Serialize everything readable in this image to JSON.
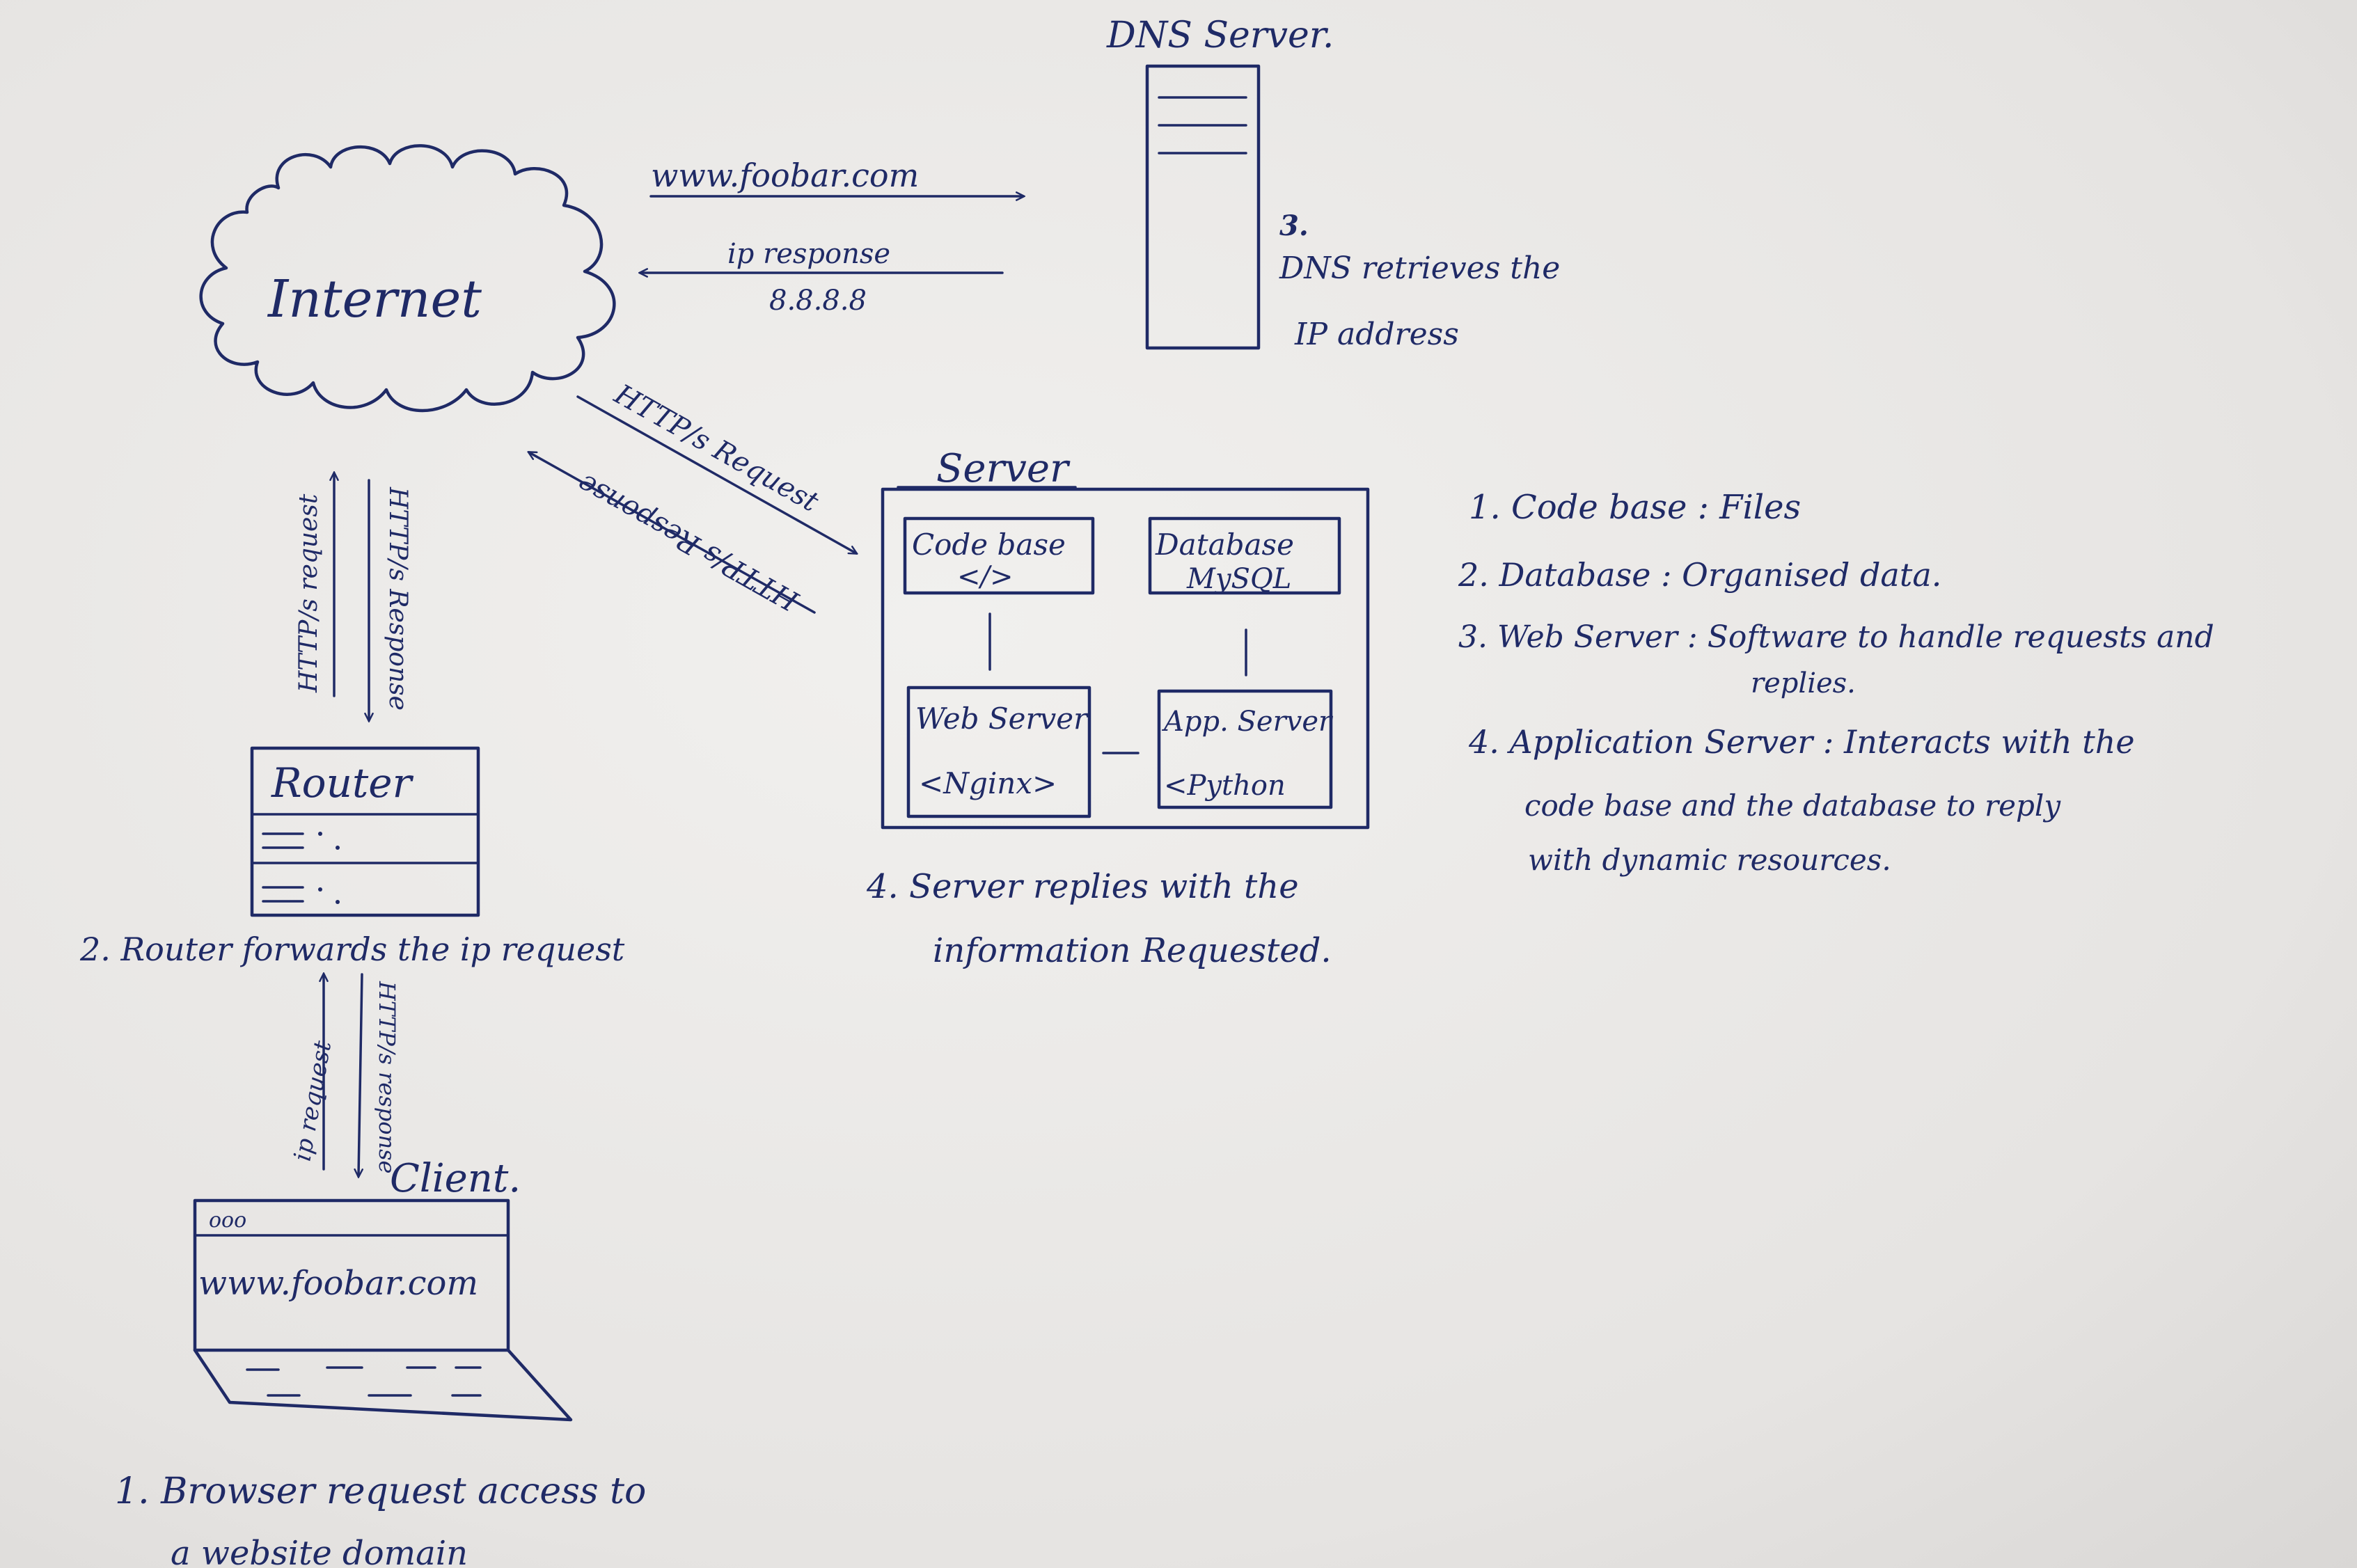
{
  "dns": {
    "title": "DNS Server.",
    "step_num": "3.",
    "step_line1": "DNS retrieves the",
    "step_line2": "IP address"
  },
  "internet": {
    "label": "Internet"
  },
  "arrows": {
    "url_request": "www.foobar.com",
    "ip_response": "ip response",
    "ip_value": "8.8.8.8",
    "https_request_server": "HTTP/s Request",
    "https_response_server": "HTTP/s Response",
    "https_request_router": "HTTP/s request",
    "https_response_router": "HTTP/s Response",
    "ip_request_client": "ip request",
    "https_response_client": "HTTP/s response"
  },
  "server": {
    "title": "Server",
    "code_base": "Code base",
    "code_base_sub": "</>",
    "database": "Database",
    "database_sub": "MySQL",
    "web_server": "Web Server",
    "web_server_sub": "<Nginx>",
    "app_server": "App. Server",
    "app_server_sub": "<Python"
  },
  "router": {
    "label": "Router"
  },
  "client": {
    "title": "Client.",
    "window_dots": "ooo",
    "address": "www.foobar.com"
  },
  "steps": {
    "step1_line1": "1. Browser request access to",
    "step1_line2": "a website domain",
    "step2": "2. Router forwards the ip request",
    "step4_line1": "4. Server replies with the",
    "step4_line2": "information Requested."
  },
  "legend": {
    "item1": "1. Code base : Files",
    "item2": "2. Database : Organised data.",
    "item3_line1": "3. Web Server : Software to handle requests and",
    "item3_line2": "replies.",
    "item4_line1": "4. Application Server : Interacts with the",
    "item4_line2": "code base and the database to reply",
    "item4_line3": "with dynamic resources."
  },
  "colors": {
    "ink": "#1f2a66",
    "board": "#ebe9e7"
  }
}
